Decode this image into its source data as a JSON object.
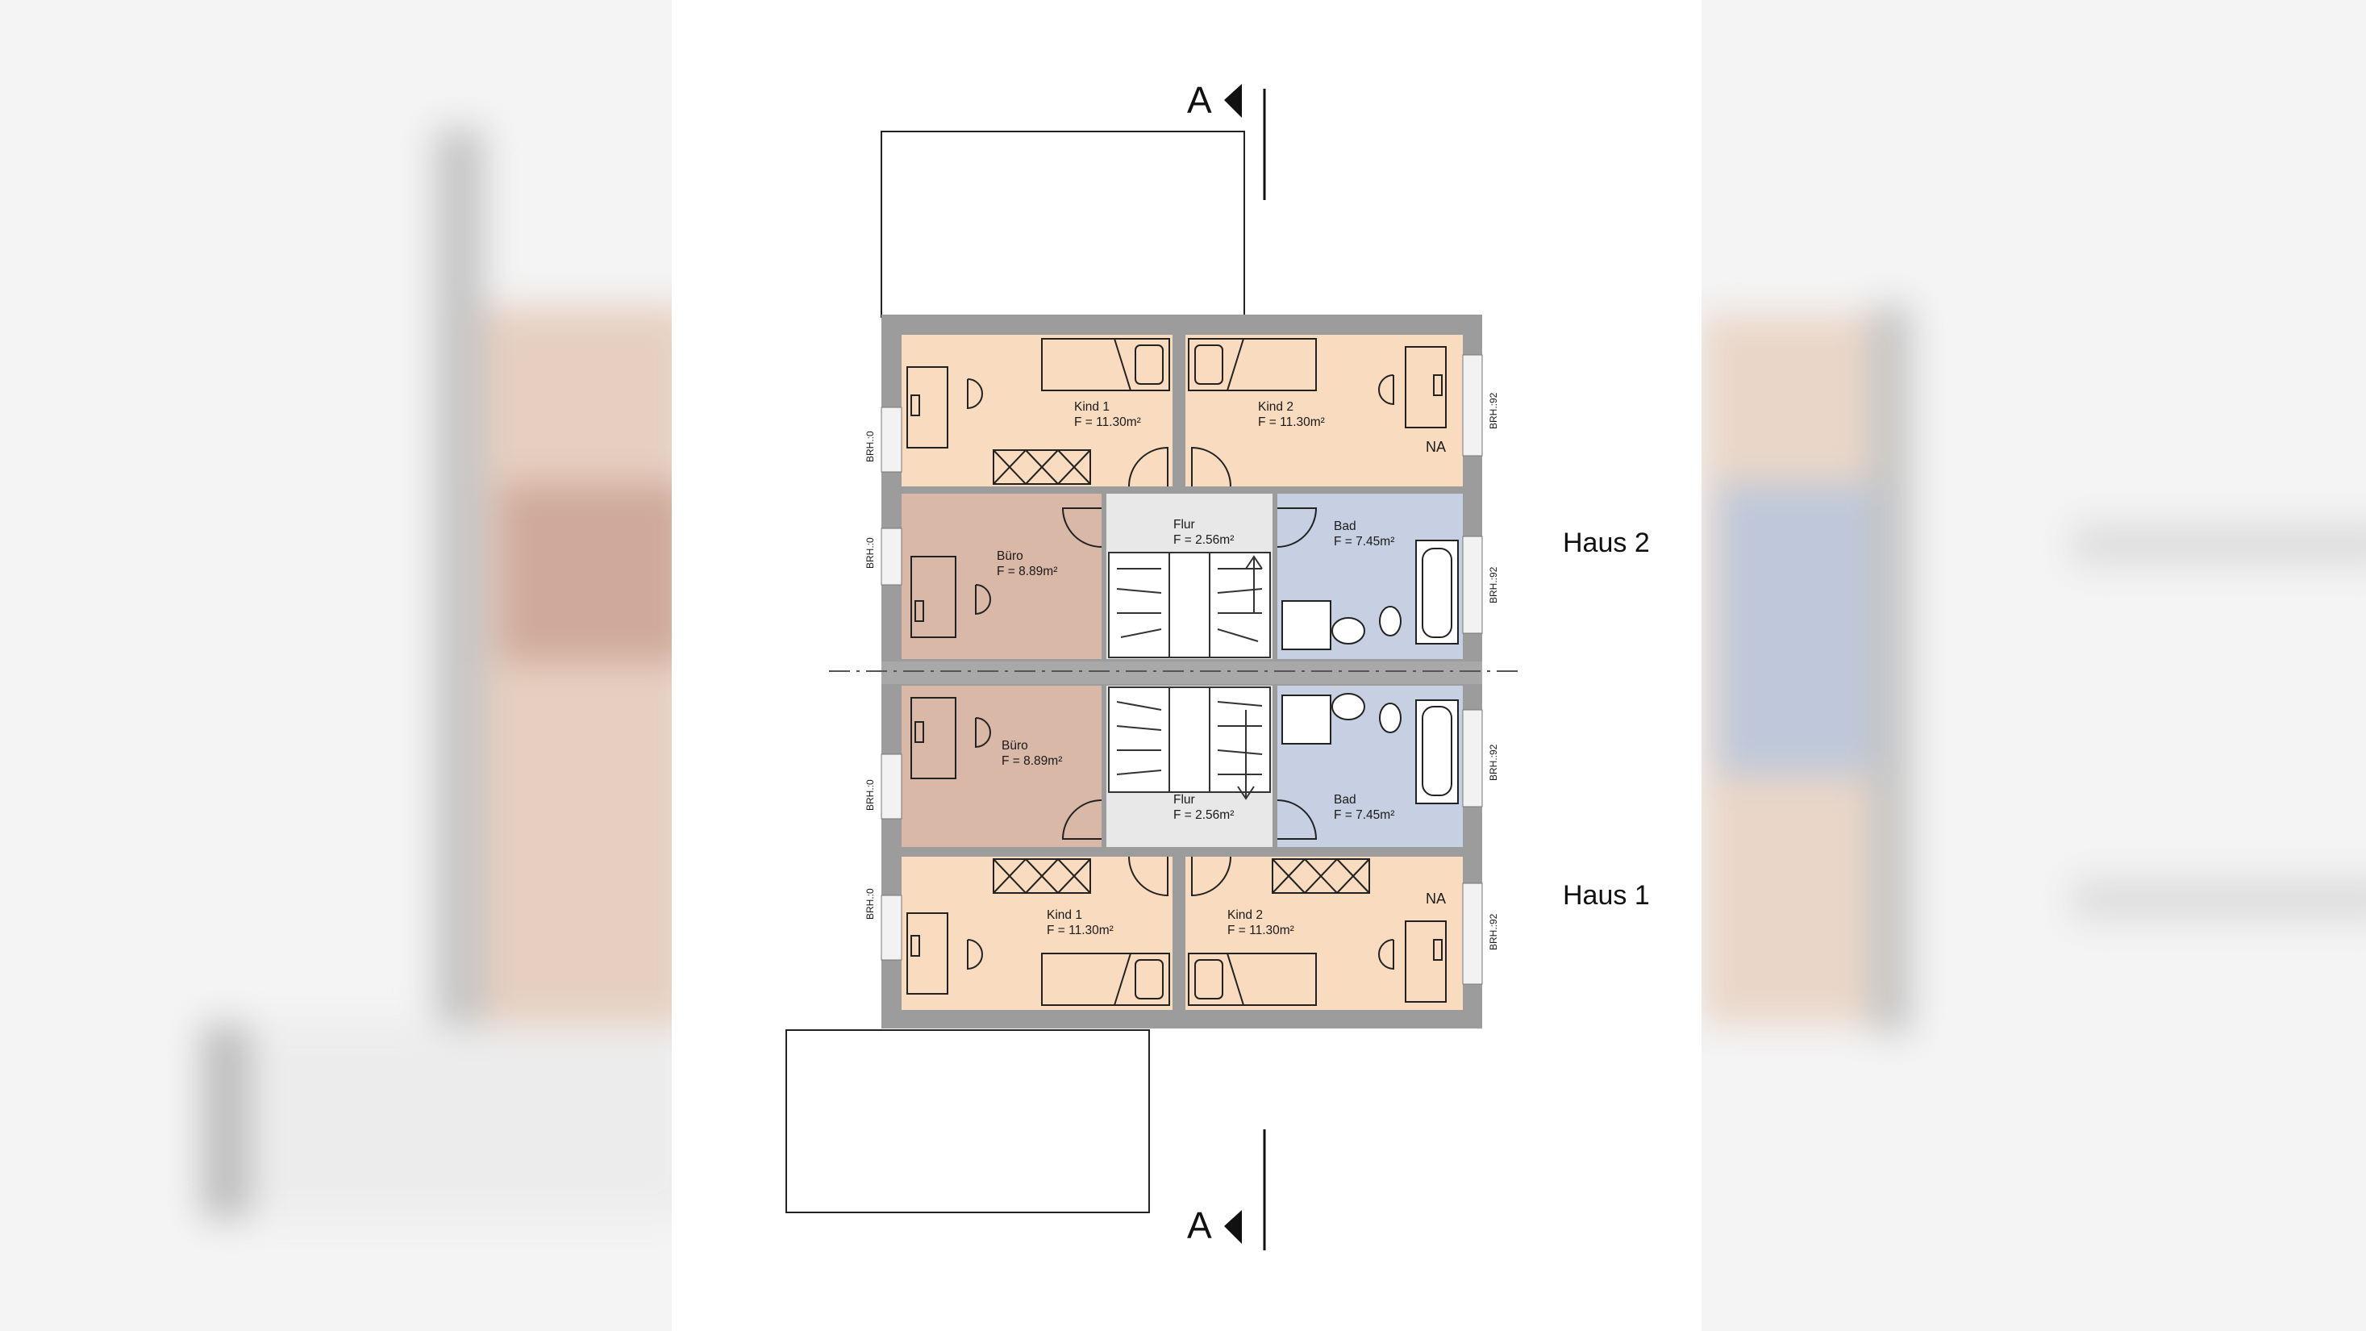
{
  "colors": {
    "kind": "#f9dcc0",
    "buero": "#d9b8a8",
    "flur": "#e8e8e8",
    "bad": "#c7d0e2",
    "wall": "#9c9c9c",
    "background": "#ffffff"
  },
  "section_marker": {
    "letter": "A"
  },
  "houses": {
    "haus2": {
      "label": "Haus 2",
      "kind1": {
        "name": "Kind 1",
        "area": "F = 11.30m²"
      },
      "kind2": {
        "name": "Kind 2",
        "area": "F = 11.30m²"
      },
      "buero": {
        "name": "Büro",
        "area": "F = 8.89m²"
      },
      "flur": {
        "name": "Flur",
        "area": "F = 2.56m²"
      },
      "bad": {
        "name": "Bad",
        "area": "F = 7.45m²"
      },
      "na": "NA",
      "brh_left_top": "BRH.:0",
      "brh_left_mid": "BRH.:0",
      "brh_right_top": "BRH.:92",
      "brh_right_mid": "BRH.:92"
    },
    "haus1": {
      "label": "Haus 1",
      "kind1": {
        "name": "Kind 1",
        "area": "F = 11.30m²"
      },
      "kind2": {
        "name": "Kind 2",
        "area": "F = 11.30m²"
      },
      "buero": {
        "name": "Büro",
        "area": "F = 8.89m²"
      },
      "flur": {
        "name": "Flur",
        "area": "F = 2.56m²"
      },
      "bad": {
        "name": "Bad",
        "area": "F = 7.45m²"
      },
      "na": "NA",
      "brh_left_mid": "BRH.:0",
      "brh_left_bot": "BRH.:0",
      "brh_right_mid": "BRH.:92",
      "brh_right_bot": "BRH.:92"
    }
  }
}
